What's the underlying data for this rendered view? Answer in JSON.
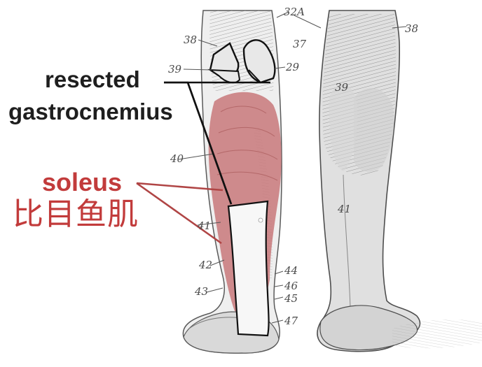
{
  "labels": {
    "resected_line1": "resected",
    "resected_line2": "gastrocnemius",
    "soleus_en": "soleus",
    "soleus_zh": "比目鱼肌"
  },
  "numbers": [
    "38",
    "32A",
    "37",
    "38",
    "39",
    "29",
    "39",
    "40",
    "41",
    "42",
    "43",
    "44",
    "46",
    "45",
    "47",
    "41"
  ],
  "colors": {
    "highlight": "#c8787a",
    "callout_red": "#c23b3b",
    "outline": "#111111",
    "sketch": "#666666"
  }
}
